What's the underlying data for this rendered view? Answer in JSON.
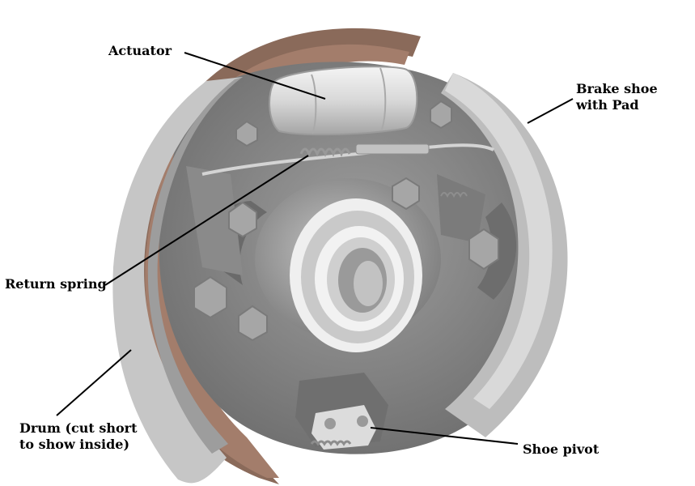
{
  "labels": {
    "actuator": "Actuator",
    "brake_shoe": "Brake shoe\nwith Pad",
    "return_spring": "Return spring",
    "drum": "Drum (cut short\nto show inside)",
    "shoe_pivot": "Shoe pivot"
  },
  "colors": {
    "drum": "#8a6a5a",
    "drum_dark": "#6b5043",
    "backing_plate": "#8c8c8c",
    "shoe": "#9a9a9a",
    "shoe_light": "#cfcfcf",
    "hub": "#a8a8a8",
    "bearing_ring": "#eeeeee",
    "leader_line": "#000000"
  }
}
